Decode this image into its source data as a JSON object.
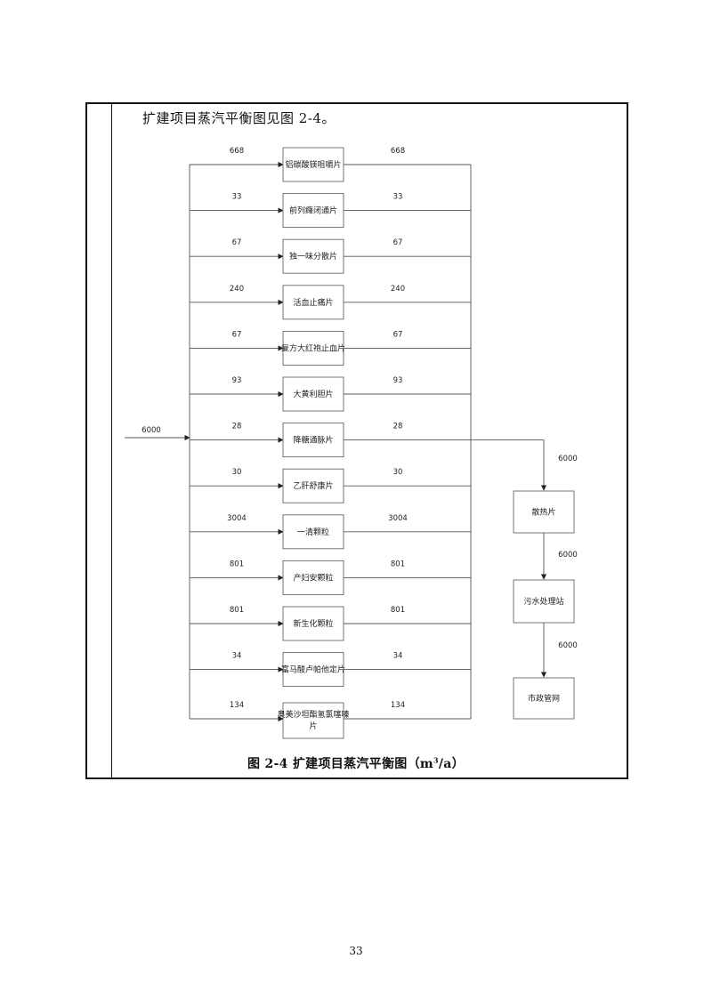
{
  "intro_text": "扩建项目蒸汽平衡图见图 2-4。",
  "diagram": {
    "input_value": "6000",
    "products": [
      {
        "label": "铝碳酸镁咀嚼片",
        "in_value": "668",
        "out_value": "668"
      },
      {
        "label": "前列癃闭通片",
        "in_value": "33",
        "out_value": "33"
      },
      {
        "label": "独一味分散片",
        "in_value": "67",
        "out_value": "67"
      },
      {
        "label": "活血止痛片",
        "in_value": "240",
        "out_value": "240"
      },
      {
        "label": "复方大红袍止血片",
        "in_value": "67",
        "out_value": "67"
      },
      {
        "label": "大黄利胆片",
        "in_value": "93",
        "out_value": "93"
      },
      {
        "label": "降糖通脉片",
        "in_value": "28",
        "out_value": "28"
      },
      {
        "label": "乙肝舒康片",
        "in_value": "30",
        "out_value": "30"
      },
      {
        "label": "一清颗粒",
        "in_value": "3004",
        "out_value": "3004"
      },
      {
        "label": "产妇安颗粒",
        "in_value": "801",
        "out_value": "801"
      },
      {
        "label": "新生化颗粒",
        "in_value": "801",
        "out_value": "801"
      },
      {
        "label": "富马酸卢帕他定片",
        "in_value": "34",
        "out_value": "34"
      },
      {
        "label": "奥美沙坦酯氢氯噻嗪片",
        "in_value": "134",
        "out_value": "134"
      }
    ],
    "downstream": [
      {
        "label": "散热片",
        "in_value": "6000"
      },
      {
        "label": "污水处理站",
        "in_value": "6000"
      },
      {
        "label": "市政管网",
        "in_value": "6000"
      }
    ]
  },
  "caption": {
    "prefix": "图 2-4   扩建项目蒸汽平衡图（m",
    "sup": "3",
    "suffix": "/a）"
  },
  "page_number": "33"
}
